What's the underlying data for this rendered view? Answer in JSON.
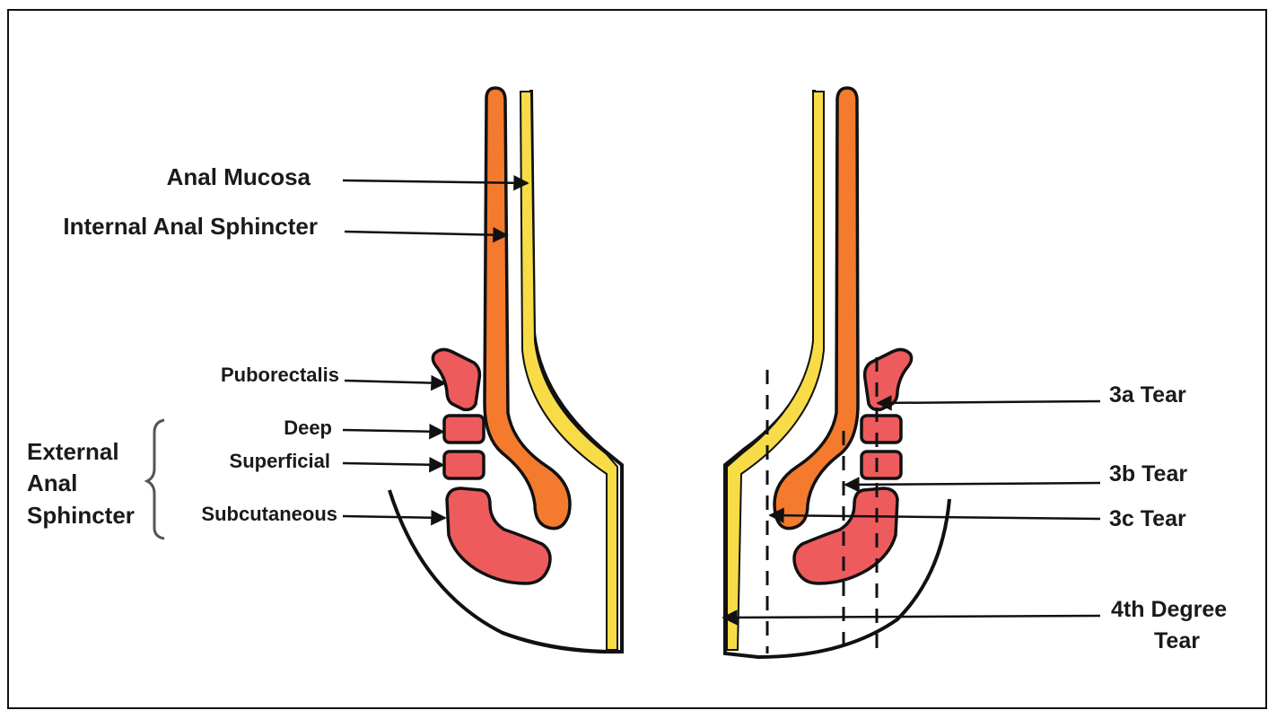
{
  "colors": {
    "mucosa": "#f7dc47",
    "internal_sphincter": "#f47a2d",
    "external_sphincter": "#ee5b5d",
    "outline": "#111111"
  },
  "labels": {
    "anal_mucosa": "Anal Mucosa",
    "internal_anal_sphincter": "Internal Anal Sphincter",
    "puborectalis": "Puborectalis",
    "deep": "Deep",
    "superficial": "Superficial",
    "subcutaneous": "Subcutaneous",
    "external_line1": "External",
    "external_line2": "Anal",
    "external_line3": "Sphincter"
  },
  "tears": {
    "tear_3a": "3a Tear",
    "tear_3b": "3b Tear",
    "tear_3c": "3c Tear",
    "tear_4th_line1": "4th Degree",
    "tear_4th_line2": "Tear"
  }
}
